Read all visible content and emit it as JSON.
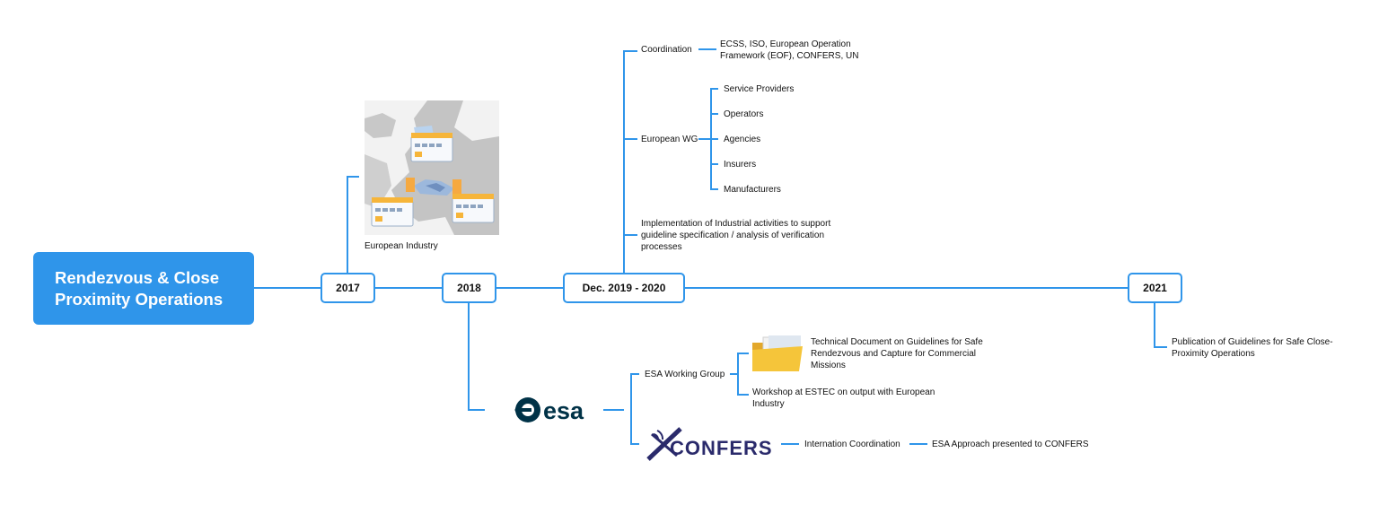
{
  "root": {
    "label": "Rendezvous & Close Proximity Operations"
  },
  "milestones": {
    "y2017": {
      "label": "2017",
      "caption": "European Industry"
    },
    "y2018": {
      "label": "2018"
    },
    "y2019": {
      "label": "Dec. 2019 - 2020"
    },
    "y2021": {
      "label": "2021",
      "caption": "Publication of Guidelines for Safe Close-Proximity Operations"
    }
  },
  "upper": {
    "coordination": {
      "label": "Coordination",
      "detail": "ECSS, ISO, European Operation Framework (EOF), CONFERS, UN"
    },
    "wg": {
      "label": "European WG",
      "items": [
        "Service Providers",
        "Operators",
        "Agencies",
        "Insurers",
        "Manufacturers"
      ]
    },
    "implementation": "Implementation of Industrial activities to support guideline specification / analysis of verification processes"
  },
  "lower": {
    "esa_logo": "esa",
    "esa_group": {
      "label": "ESA Working Group",
      "doc": "Technical Document on Guidelines for Safe Rendezvous and Capture for Commercial Missions",
      "workshop": "Workshop at ESTEC on output with European Industry"
    },
    "confers_logo": "CONFERS",
    "confers": {
      "label": "Internation Coordination",
      "detail": "ESA Approach presented to CONFERS"
    }
  },
  "icons": {
    "map": "europe-map-icon",
    "folder": "folder-icon",
    "esa": "esa-logo",
    "confers": "confers-logo"
  },
  "colors": {
    "accent": "#2F95EA",
    "esa_navy": "#003247",
    "confers_navy": "#2A2A6B",
    "folder": "#F5C53A"
  }
}
